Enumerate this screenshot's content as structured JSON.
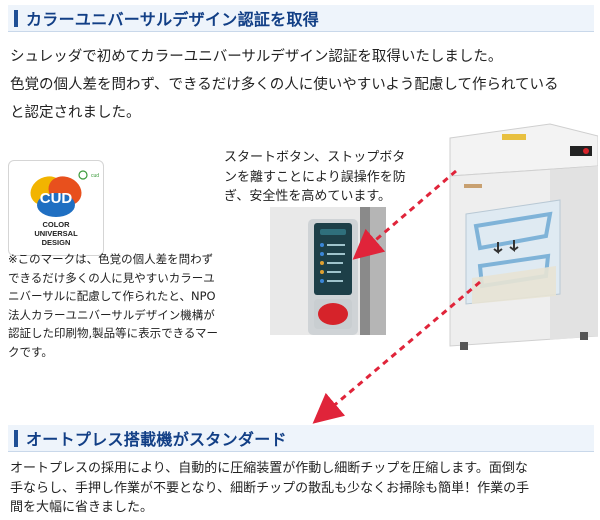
{
  "section1": {
    "title": "カラーユニバーサルデザイン認証を取得",
    "intro": [
      "シュレッダで初めてカラーユニバーサルデザイン認証を取得いたしました。",
      "色覚の個人差を問わず、できるだけ多くの人に使いやすいよう配慮して作られている",
      "と認定されました。"
    ],
    "logo": {
      "mark": "CUD",
      "line1": "COLOR",
      "line2": "UNIVERSAL",
      "line3": "DESIGN",
      "badge": "cud"
    },
    "note": [
      "※このマークは、色覚の個人差を問わず",
      "できるだけ多くの人に見やすいカラーユ",
      "ニバーサルに配慮して作られたと、NPO",
      "法人カラーユニバーサルデザイン機構が",
      "認証した印刷物,製品等に表示できるマー",
      "クです。"
    ],
    "caption": [
      "スタートボタン、ストップボタ",
      "ンを離すことにより誤操作を防",
      "ぎ、安全性を高めています。"
    ]
  },
  "section2": {
    "title": "オートプレス搭載機がスタンダード",
    "body": [
      "オートプレスの採用により、自動的に圧縮装置が作動し細断チップを圧縮します。面倒な",
      "手ならし、手押し作業が不要となり、細断チップの散乱も少なくお掃除も簡単！作業の手",
      "間を大幅に省きました。"
    ]
  },
  "colors": {
    "heading": "#123f86",
    "heading_bar": "#1f4f95",
    "heading_bg": "#eef4fb",
    "arrow": "#e0243a"
  }
}
